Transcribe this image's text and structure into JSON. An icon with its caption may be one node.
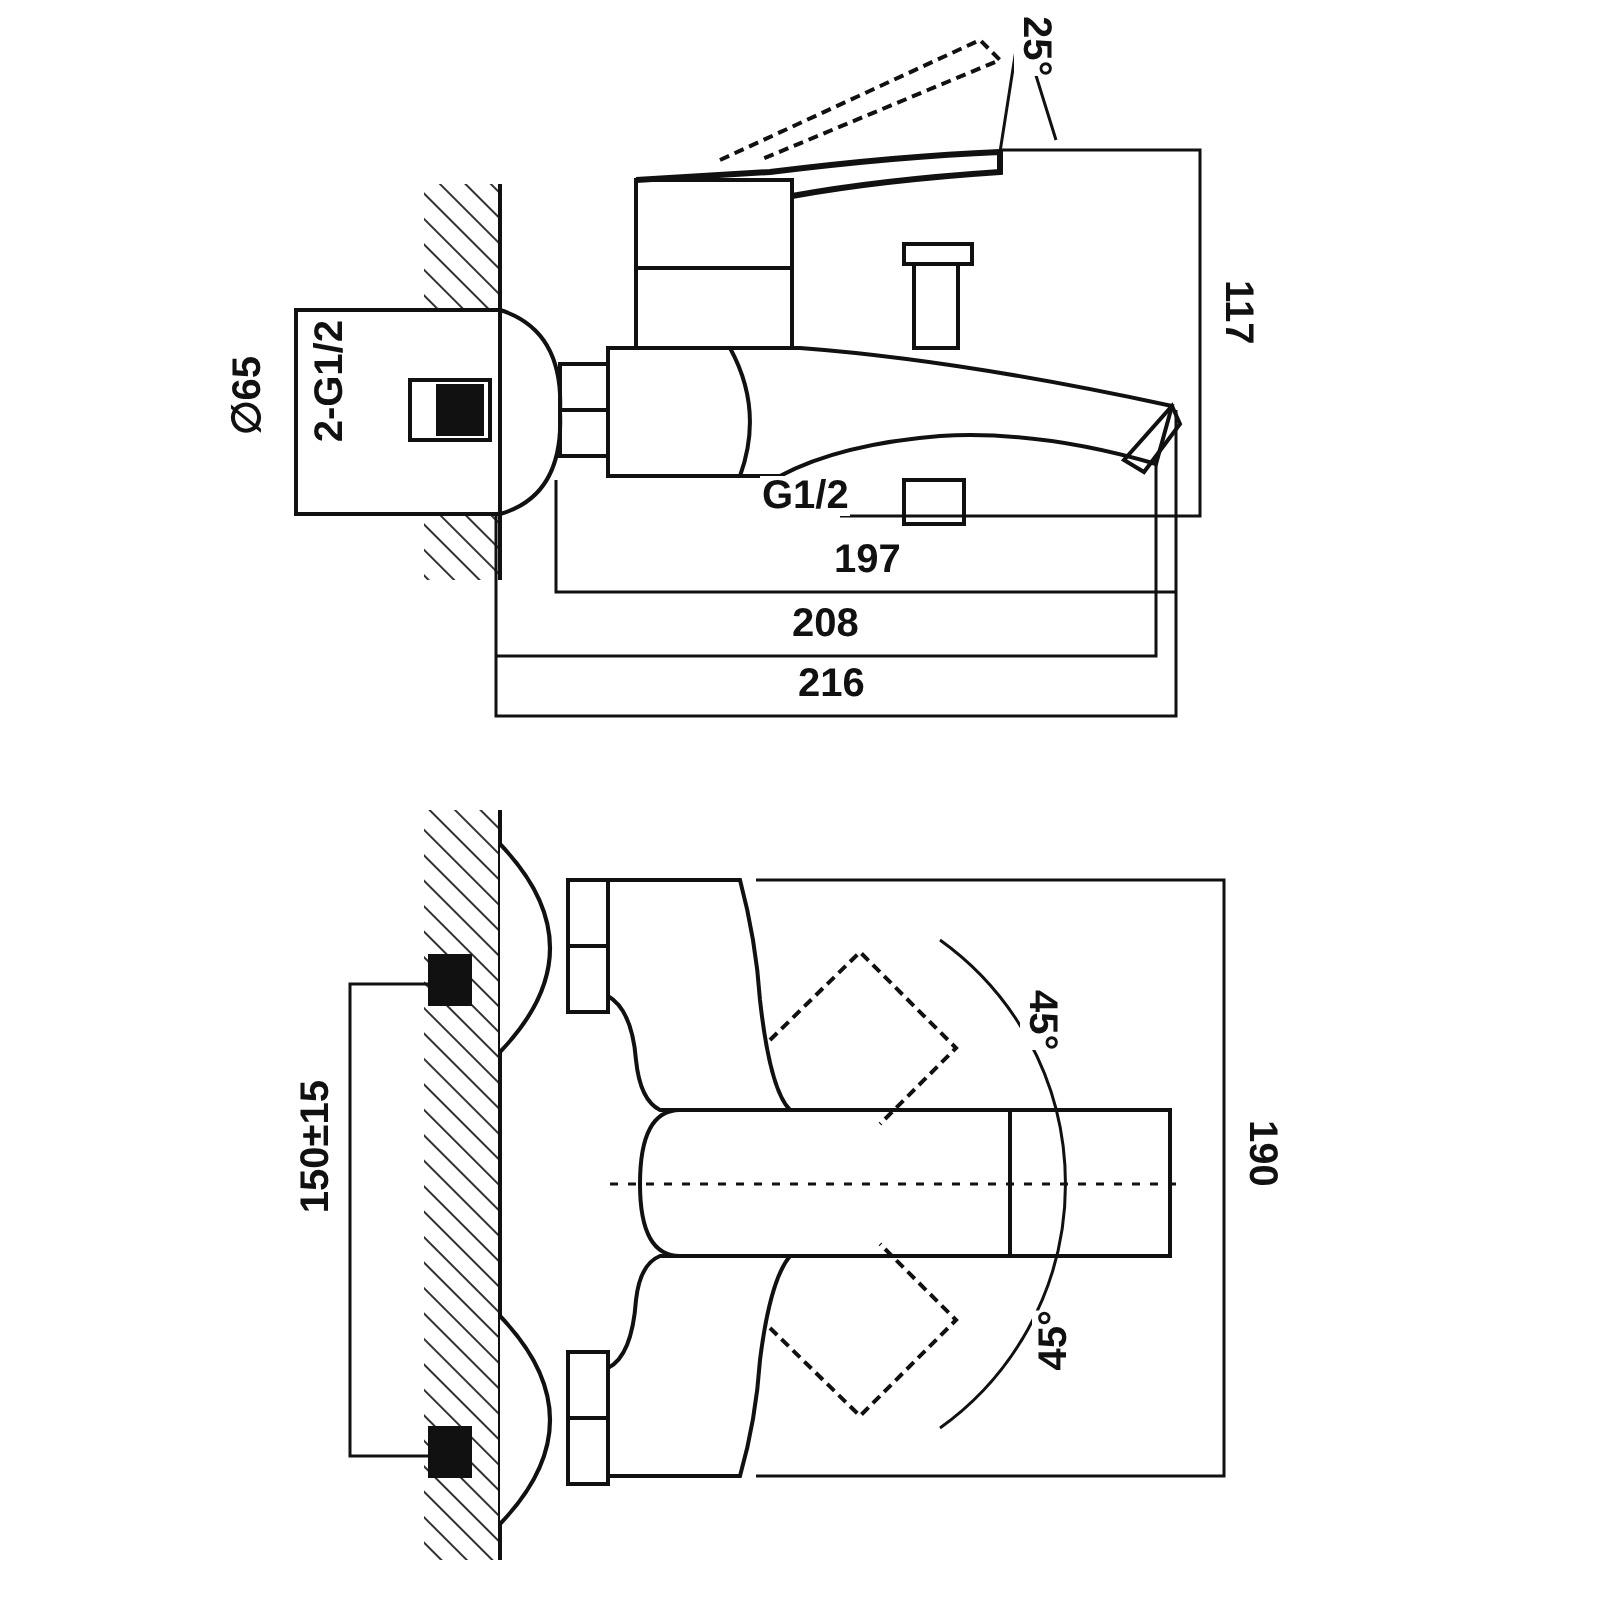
{
  "diagram": {
    "labels": [
      "25°",
      "117",
      "∅65",
      "2-G1/2",
      "G1/2",
      "197",
      "208",
      "216",
      "45°",
      "45°",
      "150±15",
      "190"
    ]
  }
}
